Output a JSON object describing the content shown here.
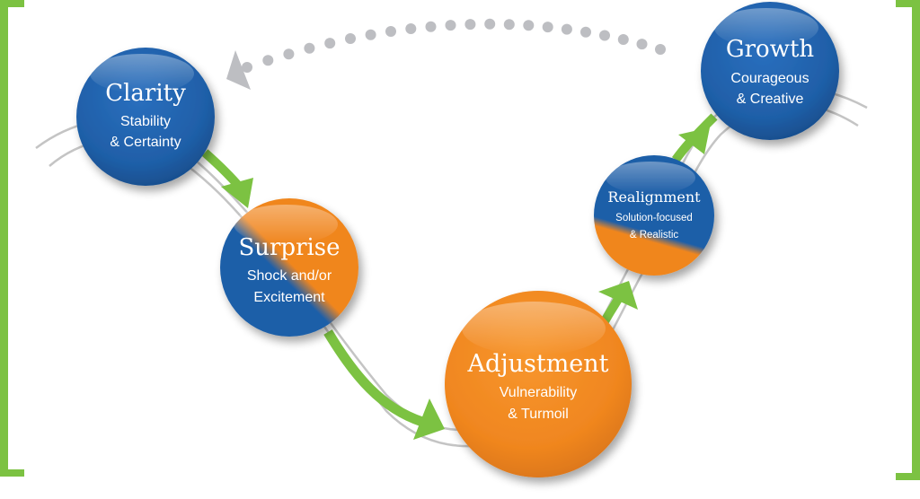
{
  "diagram": {
    "type": "change-curve",
    "colors": {
      "blue": "#1f5fa8",
      "orange": "#f0861f",
      "green": "#7cc242",
      "gray_track": "#c4c4c4",
      "gray_dots": "#bdbec2"
    },
    "stages": [
      {
        "id": "clarity",
        "title": "Clarity",
        "lines": [
          "Stability",
          "& Certainty"
        ],
        "fill": "blue"
      },
      {
        "id": "surprise",
        "title": "Surprise",
        "lines": [
          "Shock and/or",
          "Excitement"
        ],
        "fill": "blue-orange"
      },
      {
        "id": "adjustment",
        "title": "Adjustment",
        "lines": [
          "Vulnerability",
          "& Turmoil"
        ],
        "fill": "orange"
      },
      {
        "id": "realignment",
        "title": "Realignment",
        "lines": [
          "Solution-focused",
          "& Realistic"
        ],
        "fill": "blue-orange"
      },
      {
        "id": "growth",
        "title": "Growth",
        "lines": [
          "Courageous",
          "& Creative"
        ],
        "fill": "blue"
      }
    ],
    "flow": [
      {
        "from": "clarity",
        "to": "surprise",
        "style": "green-arrow"
      },
      {
        "from": "surprise",
        "to": "adjustment",
        "style": "green-arrow"
      },
      {
        "from": "adjustment",
        "to": "realignment",
        "style": "green-arrow"
      },
      {
        "from": "realignment",
        "to": "growth",
        "style": "green-arrow"
      },
      {
        "from": "growth",
        "to": "clarity",
        "style": "dotted-gray-arrow"
      }
    ]
  }
}
